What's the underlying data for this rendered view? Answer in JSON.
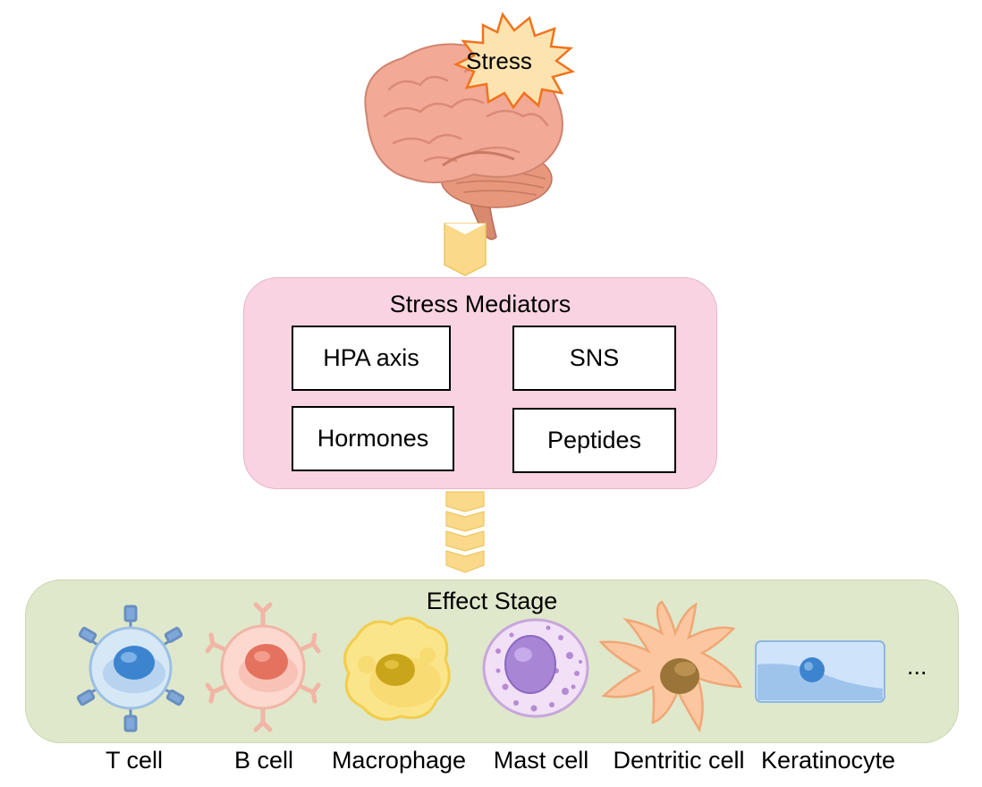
{
  "stress_label": "Stress",
  "mediators": {
    "title": "Stress Mediators",
    "items": [
      "HPA axis",
      "SNS",
      "Hormones",
      "Peptides"
    ]
  },
  "effect": {
    "title": "Effect Stage",
    "cells": [
      "T cell",
      "B cell",
      "Macrophage",
      "Mast cell",
      "Dentritic cell",
      "Keratinocyte"
    ],
    "more": "..."
  }
}
